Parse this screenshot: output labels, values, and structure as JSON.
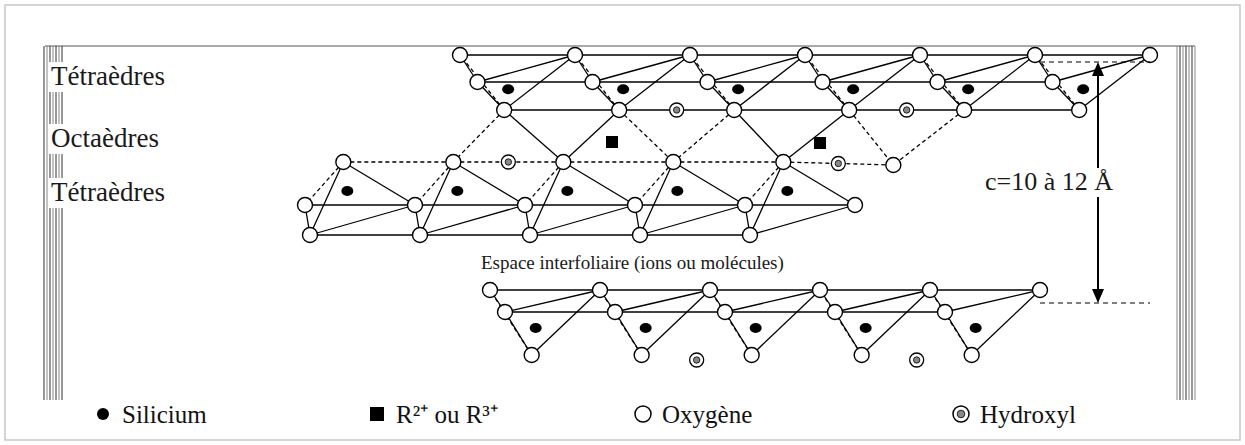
{
  "diagram": {
    "labels": [
      "Tétraèdres",
      "Octaèdres",
      "Tétraèdres",
      "c=10 à 12 Å",
      "Espace interfoliaire (ions ou molécules)"
    ],
    "legend": [
      {
        "text": "Silicium"
      },
      {
        "text": "R²⁺ ou R³⁺"
      },
      {
        "text": "Oxygène"
      },
      {
        "text": "Hydroxyl"
      }
    ]
  }
}
